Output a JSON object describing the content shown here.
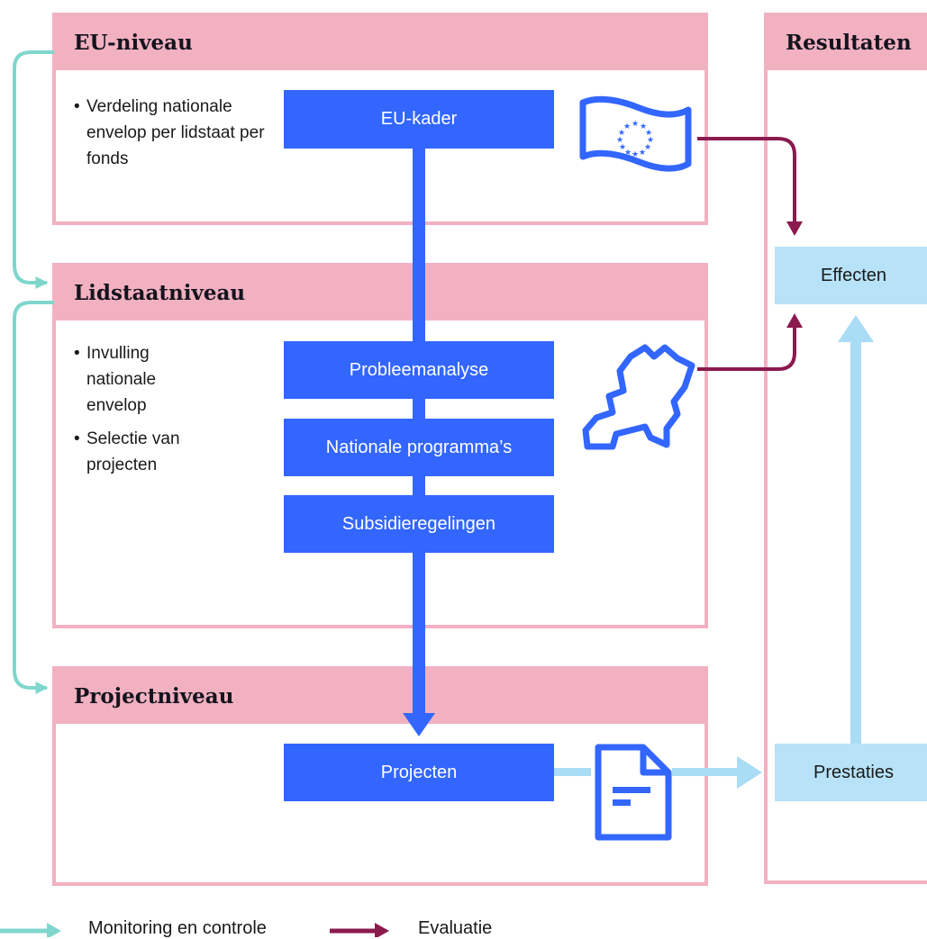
{
  "levels": {
    "eu": {
      "title": "EU-niveau",
      "bullets": [
        "Verdeling nationale envelop per lidstaat per fonds"
      ]
    },
    "member_state": {
      "title": "Lidstaatniveau",
      "bullets": [
        "Invulling nationale envelop",
        "Selectie van projecten"
      ]
    },
    "project": {
      "title": "Projectniveau"
    },
    "results": {
      "title": "Resultaten"
    }
  },
  "steps": {
    "eu_framework": "EU-kader",
    "problem_analysis": "Probleemanalyse",
    "national_programmes": "Nationale programma’s",
    "subsidy_schemes": "Subsidieregelingen",
    "projects": "Projecten"
  },
  "results": {
    "effects": "Effecten",
    "outputs": "Prestaties"
  },
  "legend": {
    "monitoring": "Monitoring en controle",
    "evaluation": "Evaluatie"
  },
  "colors": {
    "panel_pink": "#f2b1c1",
    "process_blue": "#3366ff",
    "result_light_blue": "#b7e2f7",
    "monitoring_teal": "#7fd6cc",
    "evaluation_purple": "#8b1a4e",
    "output_arrow_blue": "#a9dcf5"
  },
  "icons": {
    "eu": "eu-flag-icon",
    "member_state": "netherlands-map-icon",
    "project": "document-icon"
  }
}
